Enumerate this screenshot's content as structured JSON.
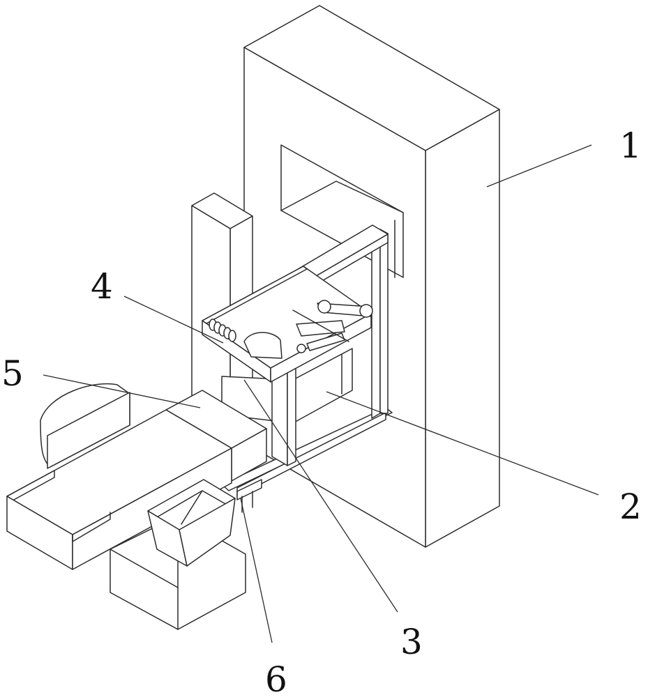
{
  "labels": [
    {
      "id": "1",
      "text": "1"
    },
    {
      "id": "2",
      "text": "2"
    },
    {
      "id": "3",
      "text": "3"
    },
    {
      "id": "4",
      "text": "4"
    },
    {
      "id": "5",
      "text": "5"
    },
    {
      "id": "6",
      "text": "6"
    }
  ],
  "colors": {
    "line": "#2b2b2b",
    "background": "#ffffff"
  }
}
